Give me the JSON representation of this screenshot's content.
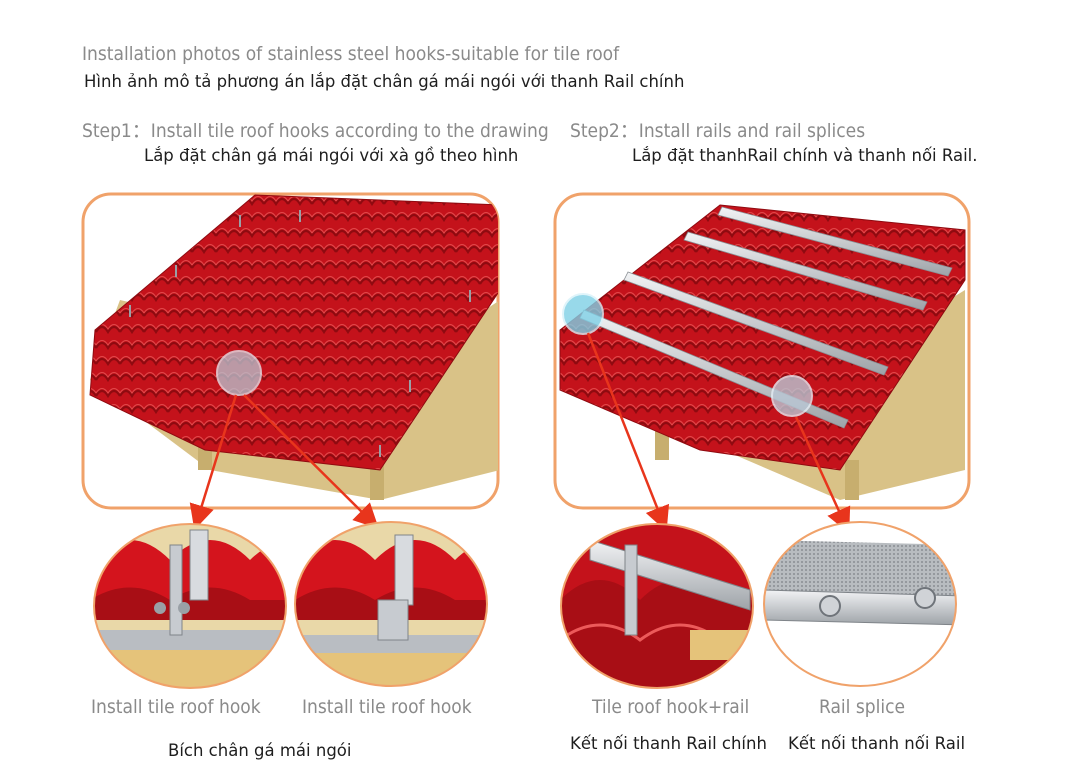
{
  "header": {
    "title_en": "Installation photos of  stainless steel hooks-suitable for tile roof",
    "title_vn": "Hình ảnh mô tả phương án lắp đặt chân gá mái ngói với thanh Rail chính"
  },
  "steps": [
    {
      "label_en": "Step1：Install tile roof hooks according to the drawing",
      "label_vn": "Lắp đặt chân gá mái ngói với xà gồ theo hình"
    },
    {
      "label_en": "Step2：Install rails and rail splices",
      "label_vn": "Lắp đặt thanhRail chính và thanh nối Rail."
    }
  ],
  "details": [
    {
      "caption_en": "Install tile roof hook"
    },
    {
      "caption_en": "Install tile roof hook"
    },
    {
      "caption_en": "Tile roof hook+rail",
      "caption_vn": "Kết nối thanh Rail chính"
    },
    {
      "caption_en": "Rail splice",
      "caption_vn": "Kết nối thanh nối Rail"
    }
  ],
  "group_caption_vn": "Bích chân gá mái ngói",
  "colors": {
    "frame": "#f0a26a",
    "tile": "#c8141c",
    "arrow": "#e8351c",
    "batten": "#d9c287",
    "rail": "#c9ccd0",
    "highlight": "#7fd0e6"
  }
}
